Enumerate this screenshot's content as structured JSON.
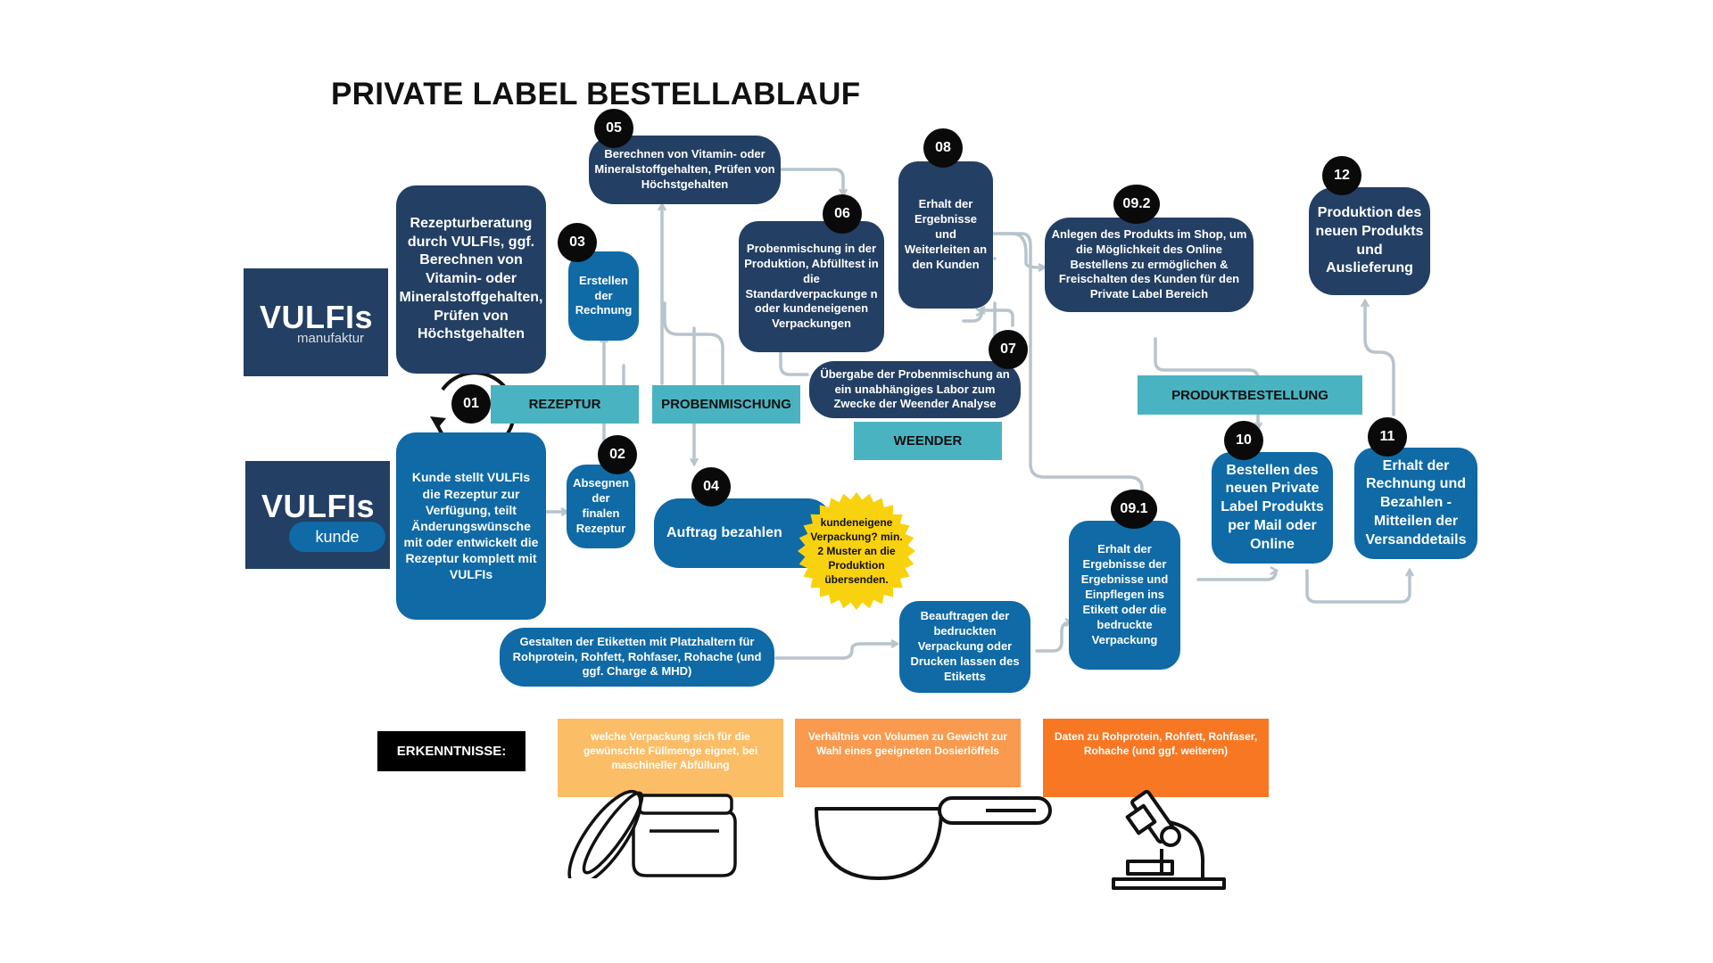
{
  "title": "PRIVATE LABEL BESTELLABLAUF",
  "logos": {
    "manufaktur": {
      "name": "VULFIs",
      "sub": "manufaktur"
    },
    "kunde": {
      "name": "VULFIs",
      "sub": "kunde"
    }
  },
  "colors": {
    "navy": "#233f63",
    "blue": "#0f6aa6",
    "teal": "#4ab3c1",
    "yellow": "#f9d20f",
    "arrow": "#b8c4cc",
    "insight1": "#fbbd66",
    "insight2": "#f99a4e",
    "insight3": "#f87722"
  },
  "phases": {
    "rezeptur": "REZEPTUR",
    "probenmischung": "PROBENMISCHUNG",
    "weender": "WEENDER",
    "produktbestellung": "PRODUKTBESTELLUNG"
  },
  "steps": {
    "s01": {
      "num": "01"
    },
    "s01_manufaktur": {
      "text": "Rezepturberatung durch VULFIs, ggf. Berechnen von Vitamin- oder Mineralstoffgehalten, Prüfen von Höchstgehalten"
    },
    "s01_kunde": {
      "text": "Kunde stellt VULFIs die Rezeptur zur Verfügung, teilt Änderungswünsche mit oder entwickelt die Rezeptur komplett mit VULFIs"
    },
    "s02": {
      "num": "02",
      "text": "Absegnen der finalen Rezeptur"
    },
    "s03": {
      "num": "03",
      "text": "Erstellen der Rechnung"
    },
    "s04": {
      "num": "04",
      "text": "Auftrag bezahlen",
      "badge": "kundeneigene Verpackung? min. 2 Muster an die Produktion übersenden."
    },
    "s05": {
      "num": "05",
      "text": "Berechnen von Vitamin- oder Mineralstoffgehalten, Prüfen von Höchstgehalten"
    },
    "s06": {
      "num": "06",
      "text": "Probenmischung in der Produktion, Abfülltest in die Standardverpackunge n oder kundeneigenen Verpackungen"
    },
    "s07": {
      "num": "07",
      "text": "Übergabe der Probenmischung an ein unabhängiges Labor zum Zwecke der Weender Analyse"
    },
    "s08": {
      "num": "08",
      "text": "Erhalt der Ergebnisse und Weiterleiten an den Kunden"
    },
    "s09_1": {
      "num": "09.1",
      "text": "Erhalt der Ergebnisse der Ergebnisse und Einpflegen ins Etikett oder die bedruckte Verpackung"
    },
    "s09_2": {
      "num": "09.2",
      "text": "Anlegen des Produkts im Shop, um die Möglichkeit des Online Bestellens zu ermöglichen & Freischalten des Kunden für den Private Label Bereich"
    },
    "s10": {
      "num": "10",
      "text": "Bestellen des neuen Private Label Produkts per Mail oder Online"
    },
    "s11": {
      "num": "11",
      "text": "Erhalt der Rechnung und Bezahlen - Mitteilen der Versanddetails"
    },
    "s12": {
      "num": "12",
      "text": "Produktion des neuen Produkts und Auslieferung"
    },
    "etiketten": {
      "text": "Gestalten der Etiketten mit Platzhaltern für Rohprotein, Rohfett, Rohfaser, Rohache (und ggf. Charge & MHD)"
    },
    "beauftragen": {
      "text": "Beauftragen der bedruckten Verpackung oder Drucken lassen des Etiketts"
    }
  },
  "insights": {
    "label": "ERKENNTNISSE:",
    "items": [
      {
        "text": "welche Verpackung sich für die gewünschte Füllmenge eignet, bei maschineller Abfüllung",
        "icon": "jar-icon"
      },
      {
        "text": "Verhältnis von Volumen zu Gewicht zur Wahl eines geeigneten Dosierlöffels",
        "icon": "scoop-icon"
      },
      {
        "text": "Daten zu Rohprotein, Rohfett, Rohfaser, Rohache (und ggf. weiteren)",
        "icon": "microscope-icon"
      }
    ]
  }
}
